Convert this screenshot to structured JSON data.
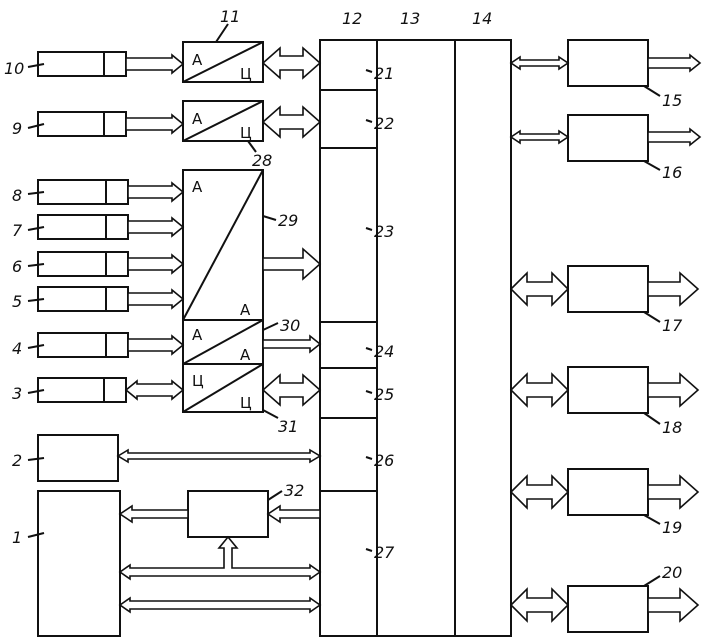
{
  "labels": {
    "n1": "1",
    "n2": "2",
    "n3": "3",
    "n4": "4",
    "n5": "5",
    "n6": "6",
    "n7": "7",
    "n8": "8",
    "n9": "9",
    "n10": "10",
    "n11": "11",
    "n12": "12",
    "n13": "13",
    "n14": "14",
    "n15": "15",
    "n16": "16",
    "n17": "17",
    "n18": "18",
    "n19": "19",
    "n20": "20",
    "n21": "21",
    "n22": "22",
    "n23": "23",
    "n24": "24",
    "n25": "25",
    "n26": "26",
    "n27": "27",
    "n28": "28",
    "n29": "29",
    "n30": "30",
    "n31": "31",
    "n32": "32"
  },
  "converter_marks": {
    "analog": "А",
    "digital": "Ц"
  }
}
